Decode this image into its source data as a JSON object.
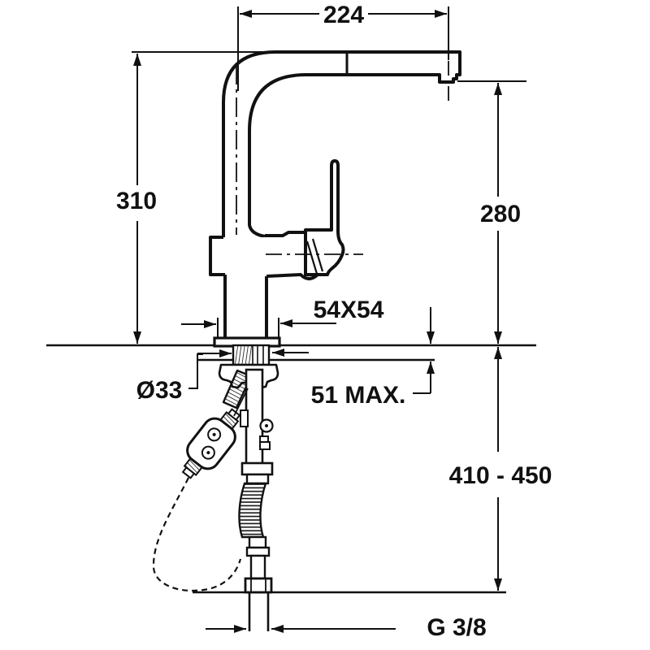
{
  "diagram": {
    "type": "technical-dimension-drawing",
    "subject": "single-lever kitchen faucet with pull-out spray, side elevation with installation dimensions",
    "colors": {
      "line": "#111111",
      "background": "#ffffff"
    },
    "dimensions": {
      "spout_reach": "224",
      "total_height": "310",
      "outlet_height": "280",
      "base_square": "54X54",
      "mount_hole_diameter": "Ø33",
      "counter_thickness_max": "51 MAX.",
      "hose_length_range": "410 - 450",
      "connection_thread": "G 3/8"
    }
  }
}
